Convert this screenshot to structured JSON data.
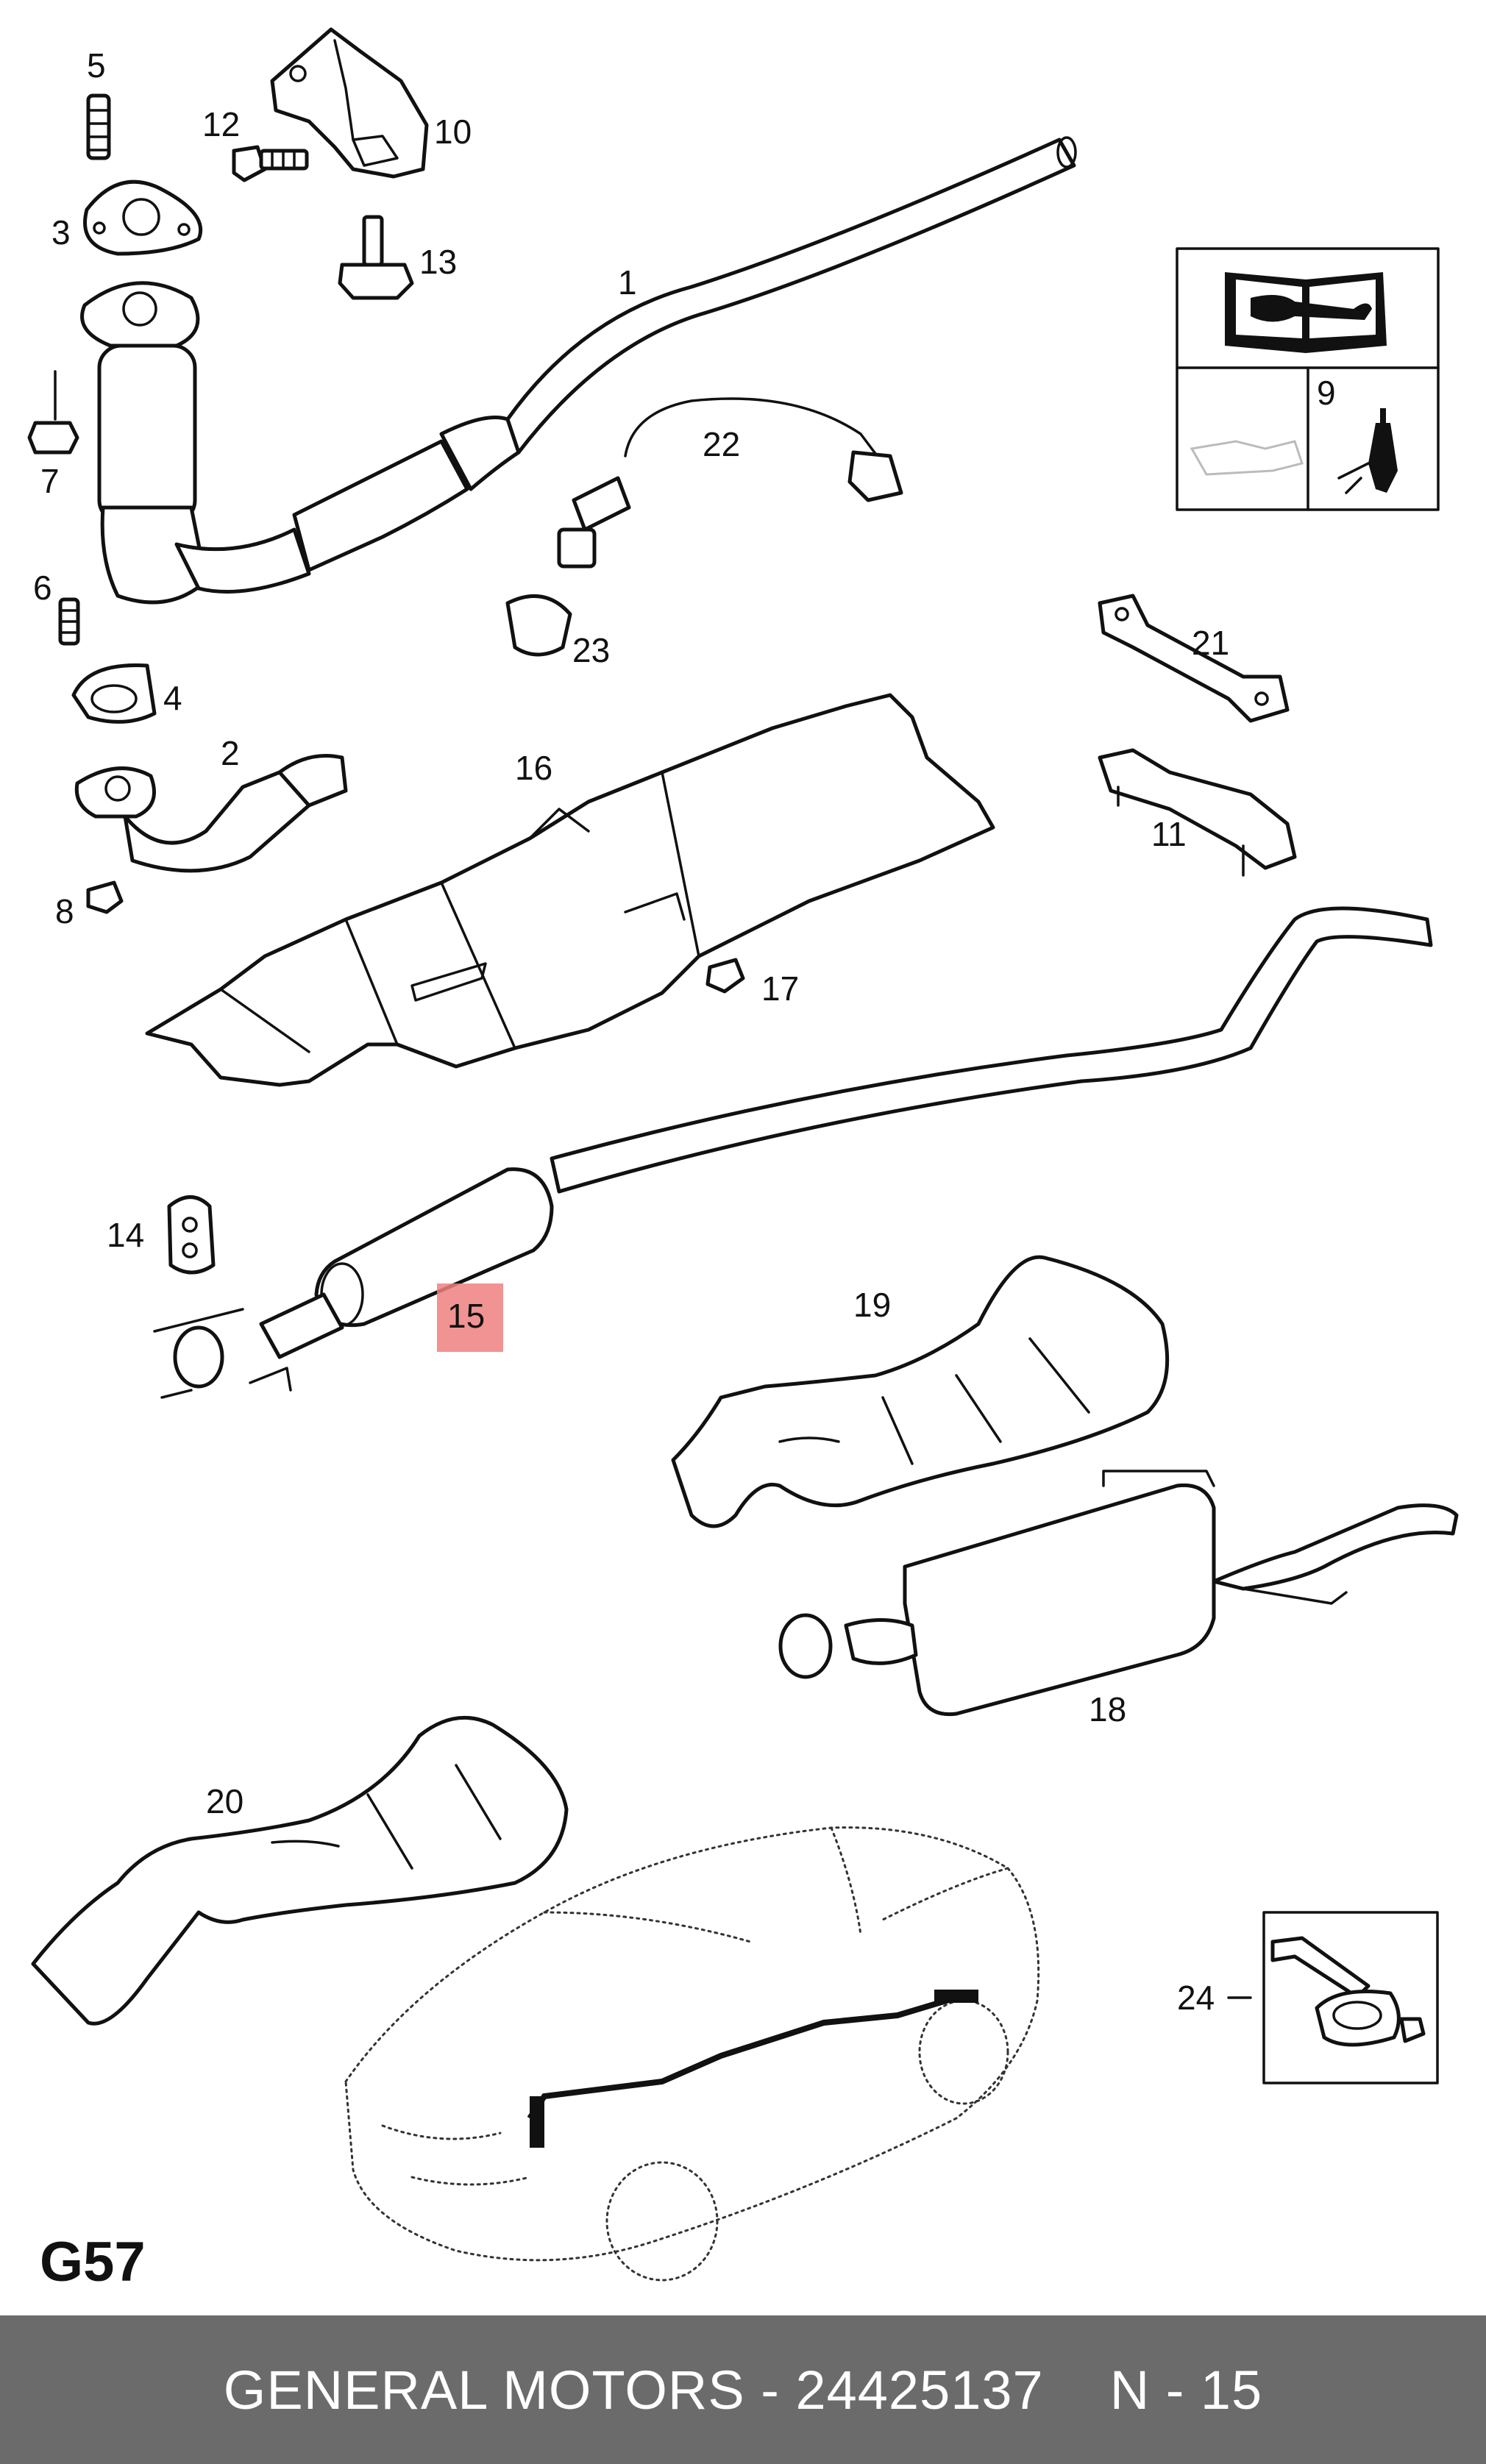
{
  "diagram": {
    "sheet_code": "G57",
    "callouts": {
      "c1": "1",
      "c2": "2",
      "c3": "3",
      "c4": "4",
      "c5": "5",
      "c6": "6",
      "c7": "7",
      "c8": "8",
      "c9": "9",
      "c10": "10",
      "c11": "11",
      "c12": "12",
      "c13": "13",
      "c14": "14",
      "c15": "15",
      "c16": "16",
      "c17": "17",
      "c18": "18",
      "c19": "19",
      "c20": "20",
      "c21": "21",
      "c22": "22",
      "c23": "23",
      "c24": "24"
    },
    "highlight_color": "#f08080"
  },
  "footer": {
    "brand_part": "GENERAL MOTORS - 24425137",
    "ref": "N - 15"
  }
}
